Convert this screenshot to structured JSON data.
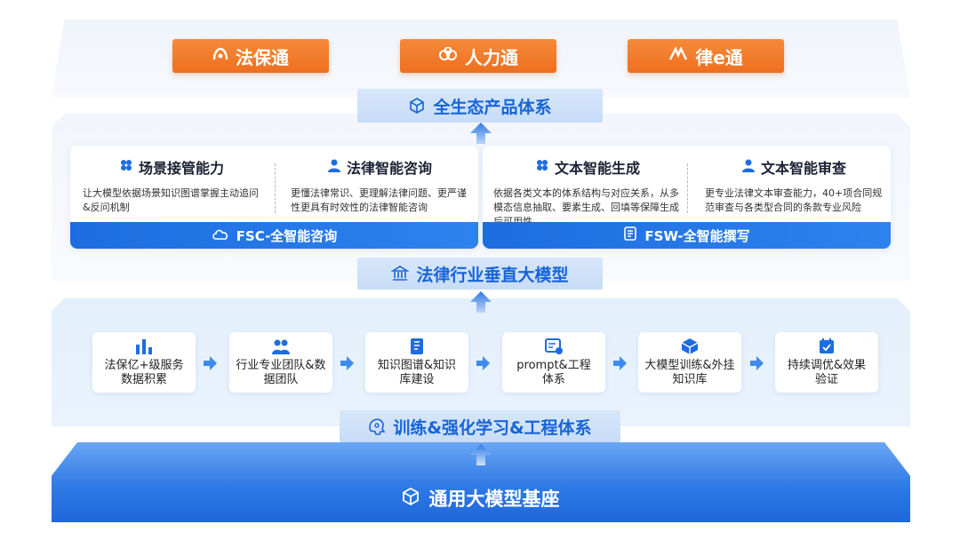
{
  "products": [
    {
      "label": "法保通",
      "icon": "fabao-logo-icon"
    },
    {
      "label": "人力通",
      "icon": "renli-logo-icon"
    },
    {
      "label": "律e通",
      "icon": "lue-logo-icon"
    }
  ],
  "ecosystem_label": "全生态产品体系",
  "fsc": {
    "footer": "FSC-全智能咨询",
    "items": [
      {
        "title": "场景接管能力",
        "desc": "让大模型依据场景知识图谱掌握主动追问&反问机制"
      },
      {
        "title": "法律智能咨询",
        "desc": "更懂法律常识、更理解法律问题、更严谨性更具有时效性的法律智能咨询"
      }
    ]
  },
  "fsw": {
    "footer": "FSW-全智能撰写",
    "items": [
      {
        "title": "文本智能生成",
        "desc": "依据各类文本的体系结构与对应关系，从多模态信息抽取、要素生成、回填等保障生成后可用性"
      },
      {
        "title": "文本智能审查",
        "desc": "更专业法律文本审查能力，40+项合同规范审查与各类型合同的条款专业风险"
      }
    ]
  },
  "legal_model_label": "法律行业垂直大模型",
  "steps": [
    {
      "line1": "法保亿+级服务",
      "line2": "数据积累"
    },
    {
      "line1": "行业专业团队&数",
      "line2": "据团队"
    },
    {
      "line1": "知识图谱&知识",
      "line2": "库建设"
    },
    {
      "line1": "prompt&工程",
      "line2": "体系"
    },
    {
      "line1": "大模型训练&外挂",
      "line2": "知识库"
    },
    {
      "line1": "持续调优&效果",
      "line2": "验证"
    }
  ],
  "training_label": "训练&强化学习&工程体系",
  "base_label": "通用大模型基座",
  "colors": {
    "orange": "#ee6f1f",
    "blue": "#1d6de0",
    "light_blue": "#c7dcf7"
  }
}
